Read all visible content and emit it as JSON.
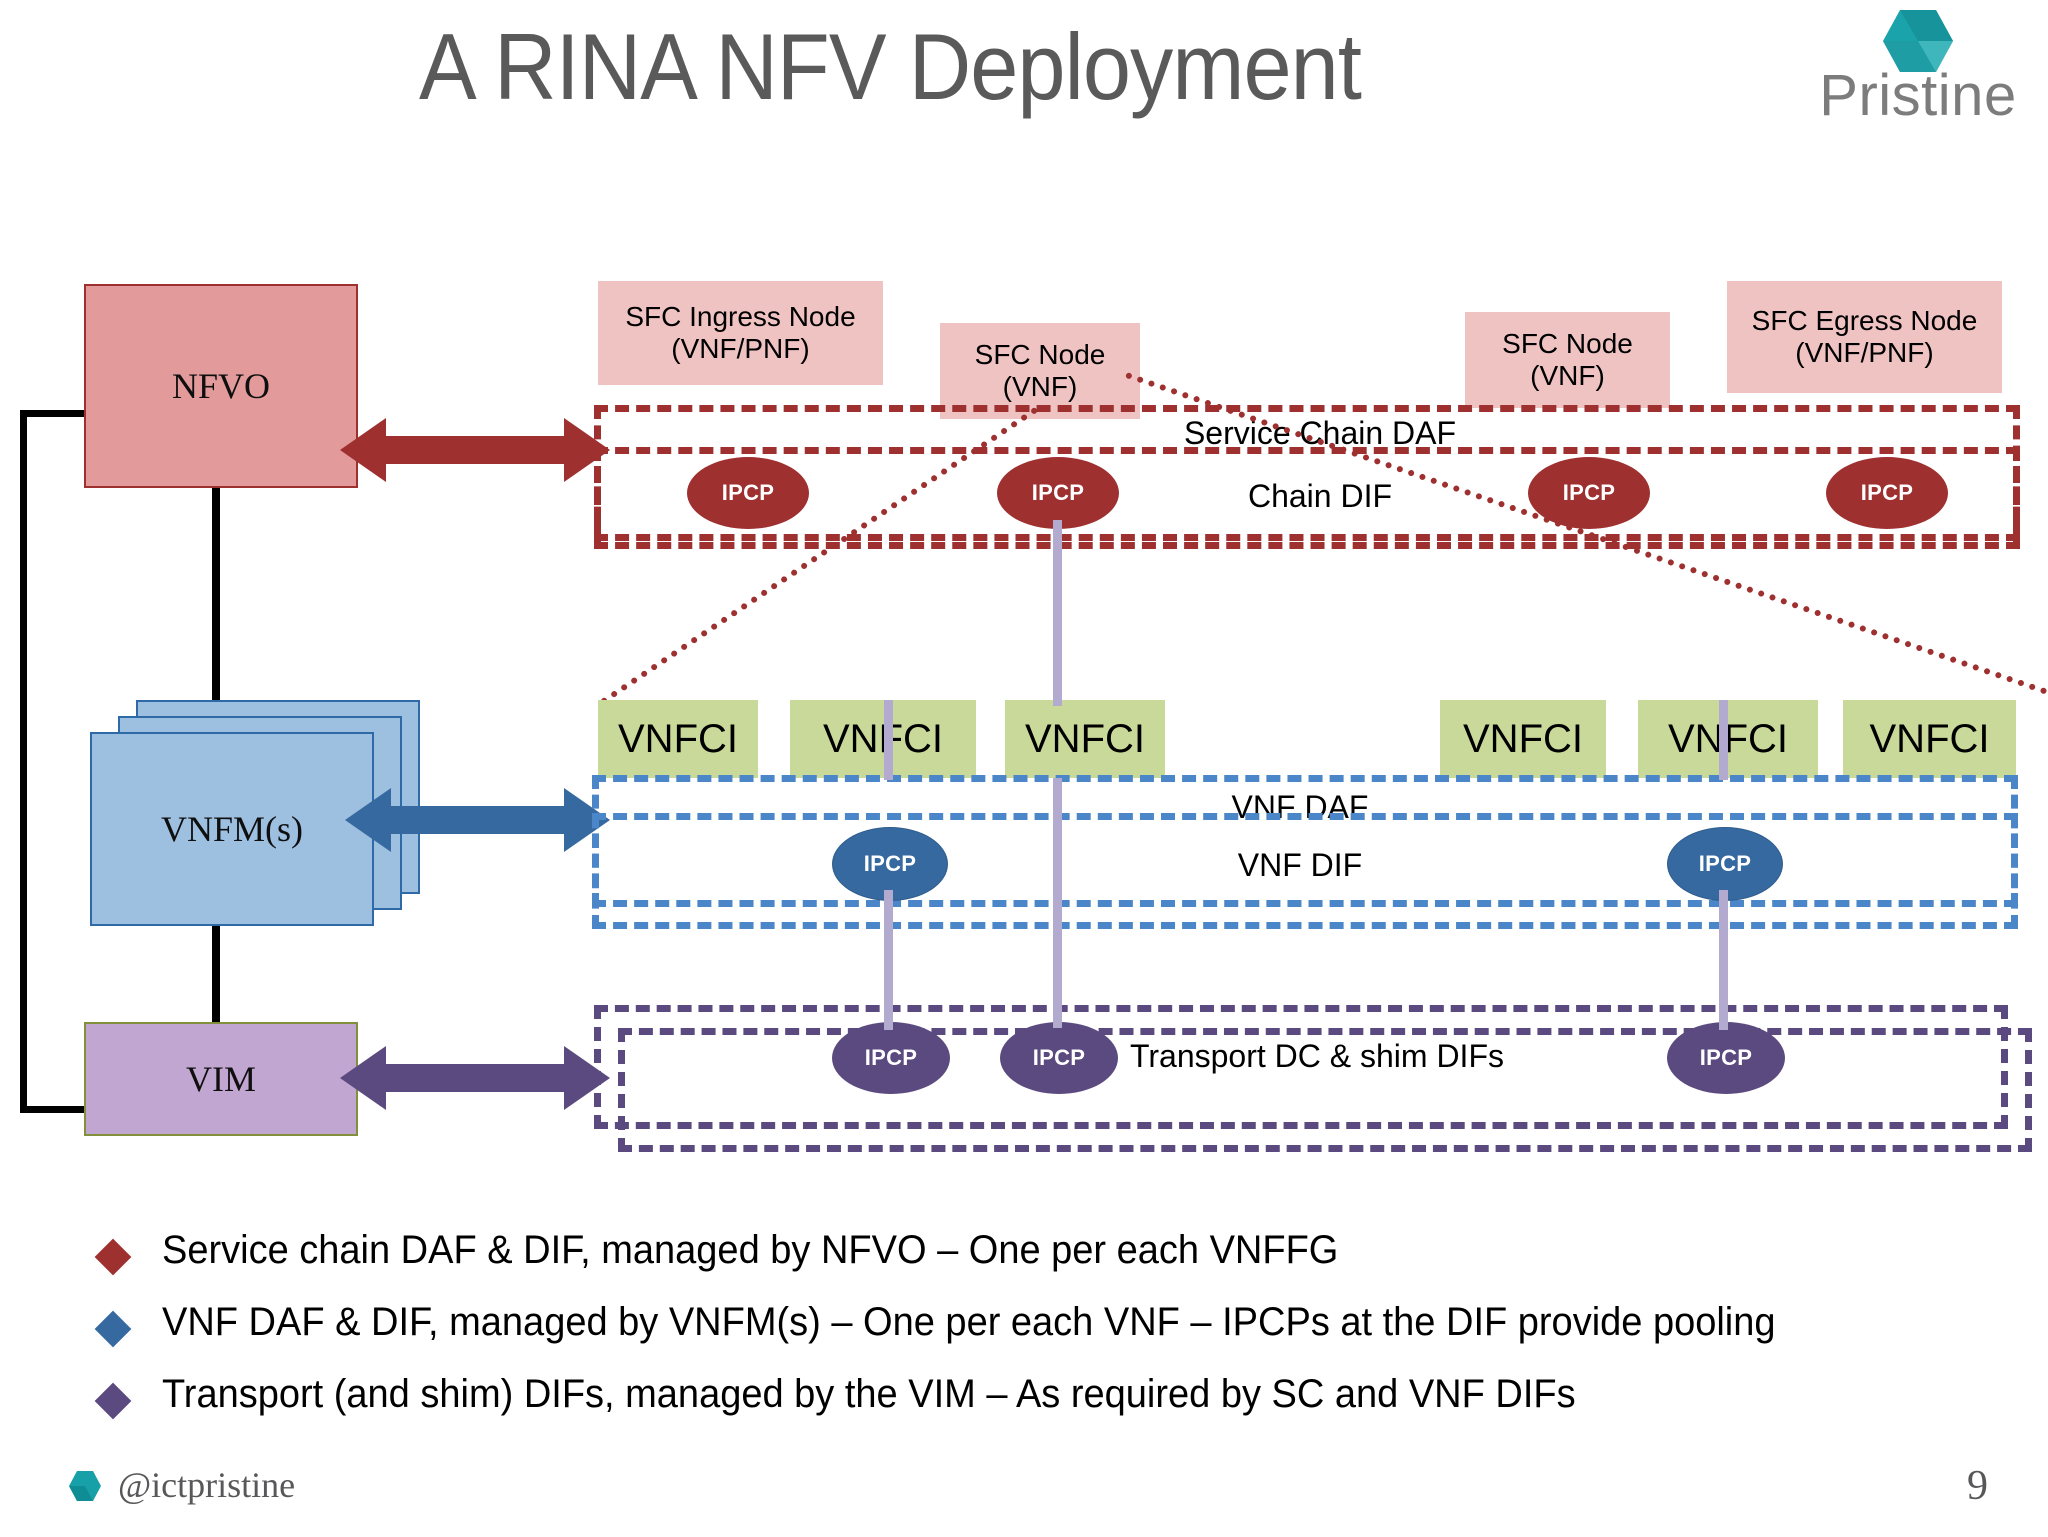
{
  "slide": {
    "title": "A RINA NFV Deployment",
    "page_number": "9"
  },
  "logo": {
    "name": "pristine-logo",
    "word": "Pristine",
    "hex_color": "#1aa3aa"
  },
  "footer": {
    "handle": "@ictpristine"
  },
  "management": {
    "nfvo": "NFVO",
    "vnfm": "VNFM(s)",
    "vim": "VIM"
  },
  "sfc_nodes": [
    {
      "line1": "SFC Ingress Node",
      "line2": "(VNF/PNF)"
    },
    {
      "line1": "SFC Node",
      "line2": "(VNF)"
    },
    {
      "line1": "SFC Node",
      "line2": "(VNF)"
    },
    {
      "line1": "SFC Egress Node",
      "line2": "(VNF/PNF)"
    }
  ],
  "vnfci": [
    {
      "label": "VNFCI"
    },
    {
      "label": "VNFCI"
    },
    {
      "label": "VNFCI"
    },
    {
      "label": "VNFCI"
    },
    {
      "label": "VNFCI"
    },
    {
      "label": "VNFCI"
    }
  ],
  "layers": {
    "service_chain_daf": "Service Chain DAF",
    "chain_dif": "Chain DIF",
    "vnf_daf": "VNF DAF",
    "vnf_dif": "VNF DIF",
    "transport": "Transport DC & shim DIFs"
  },
  "ipcp_label": "IPCP",
  "ipcps": {
    "chain": [
      "IPCP",
      "IPCP",
      "IPCP",
      "IPCP"
    ],
    "vnf": [
      "IPCP",
      "IPCP"
    ],
    "transport": [
      "IPCP",
      "IPCP",
      "IPCP"
    ]
  },
  "bullets": [
    {
      "color": "#9e3030",
      "text": "Service chain DAF & DIF, managed by NFVO – One per each VNFFG"
    },
    {
      "color": "#36699f",
      "text": "VNF DAF & DIF, managed by VNFM(s) – One per each VNF – IPCPs at the DIF provide pooling"
    },
    {
      "color": "#5b4a7f",
      "text": "Transport (and shim) DIFs, managed by the VIM – As required by SC and VNF DIFs"
    }
  ],
  "colors": {
    "red": "#9e3030",
    "blue": "#36699f",
    "purple": "#5b4a7f",
    "pink": "#e29a9a",
    "sfc_pink": "#f0c3c3",
    "green": "#c9d99a",
    "lavender": "#b3abcf",
    "title_gray": "#5a5a5a"
  }
}
